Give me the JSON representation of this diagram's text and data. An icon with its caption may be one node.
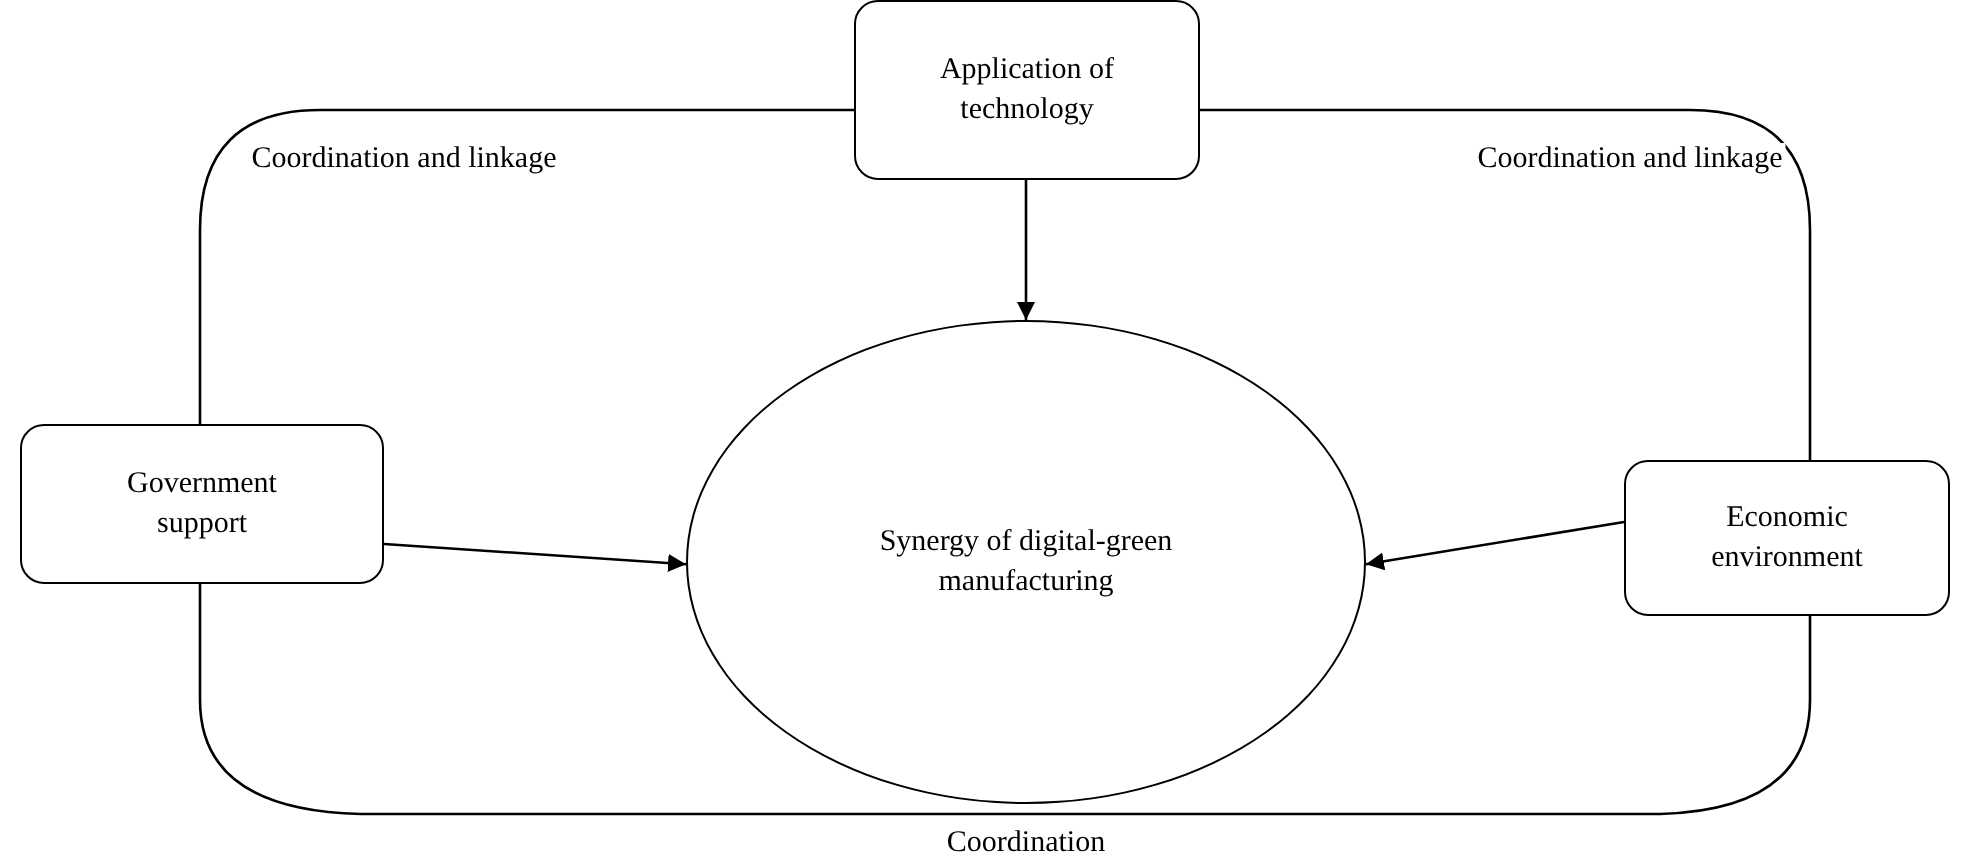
{
  "diagram": {
    "nodes": [
      {
        "text": [
          "Application of technology"
        ]
      },
      {
        "text": [
          "Government support"
        ]
      },
      {
        "text": [
          "Synergy of digital-green manufacturing"
        ]
      },
      {
        "text": [
          "Economic environment"
        ]
      }
    ],
    "edges": [
      {
        "from": 0,
        "to": 2,
        "arrow": "to"
      },
      {
        "from": 1,
        "to": 2,
        "arrow": "to"
      },
      {
        "from": 3,
        "to": 2,
        "arrow": "to"
      },
      {
        "from": 0,
        "to": 1,
        "arrow": "none",
        "label": "Coordination and linkage"
      },
      {
        "from": 0,
        "to": 3,
        "arrow": "none",
        "label": "Coordination and linkage"
      },
      {
        "from": 1,
        "to": 3,
        "arrow": "none",
        "label": "Coordination"
      }
    ]
  }
}
